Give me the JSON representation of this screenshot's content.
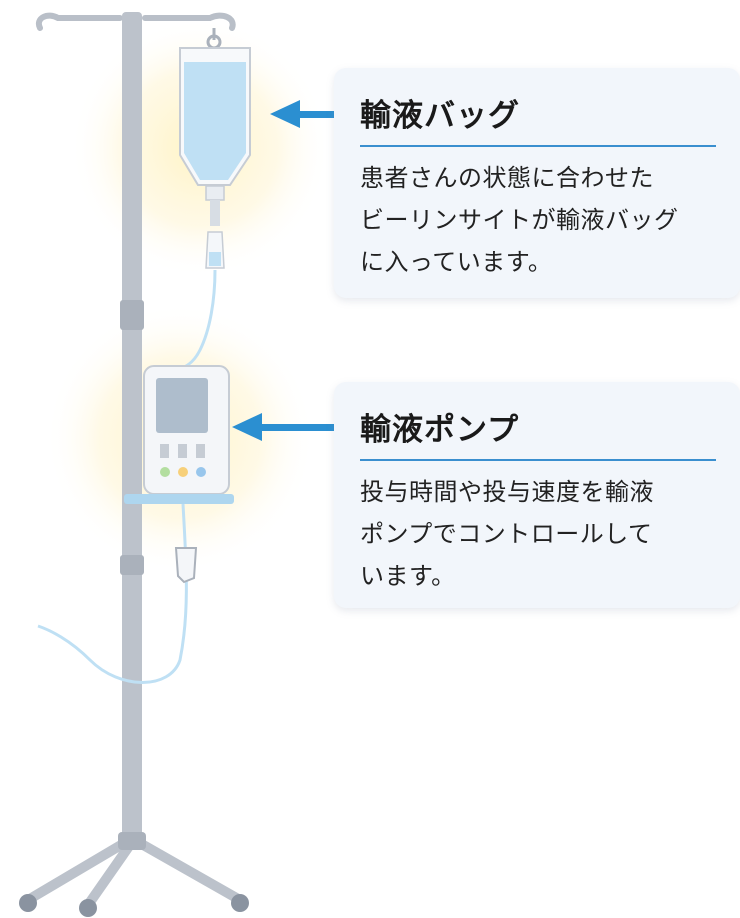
{
  "callouts": [
    {
      "title": "輸液バッグ",
      "description": "患者さんの状態に合わせた\nビーリンサイトが輸液バッグ\nに入っています。"
    },
    {
      "title": "輸液ポンプ",
      "description": "投与時間や投与速度を輸液\nポンプでコントロールして\nいます。"
    }
  ],
  "colors": {
    "accent": "#2b8fd1",
    "callout_bg": "#f2f6fb",
    "glow": "#fff4c8",
    "pole": "#b9bfc8",
    "fluid": "#bfe0f4"
  }
}
